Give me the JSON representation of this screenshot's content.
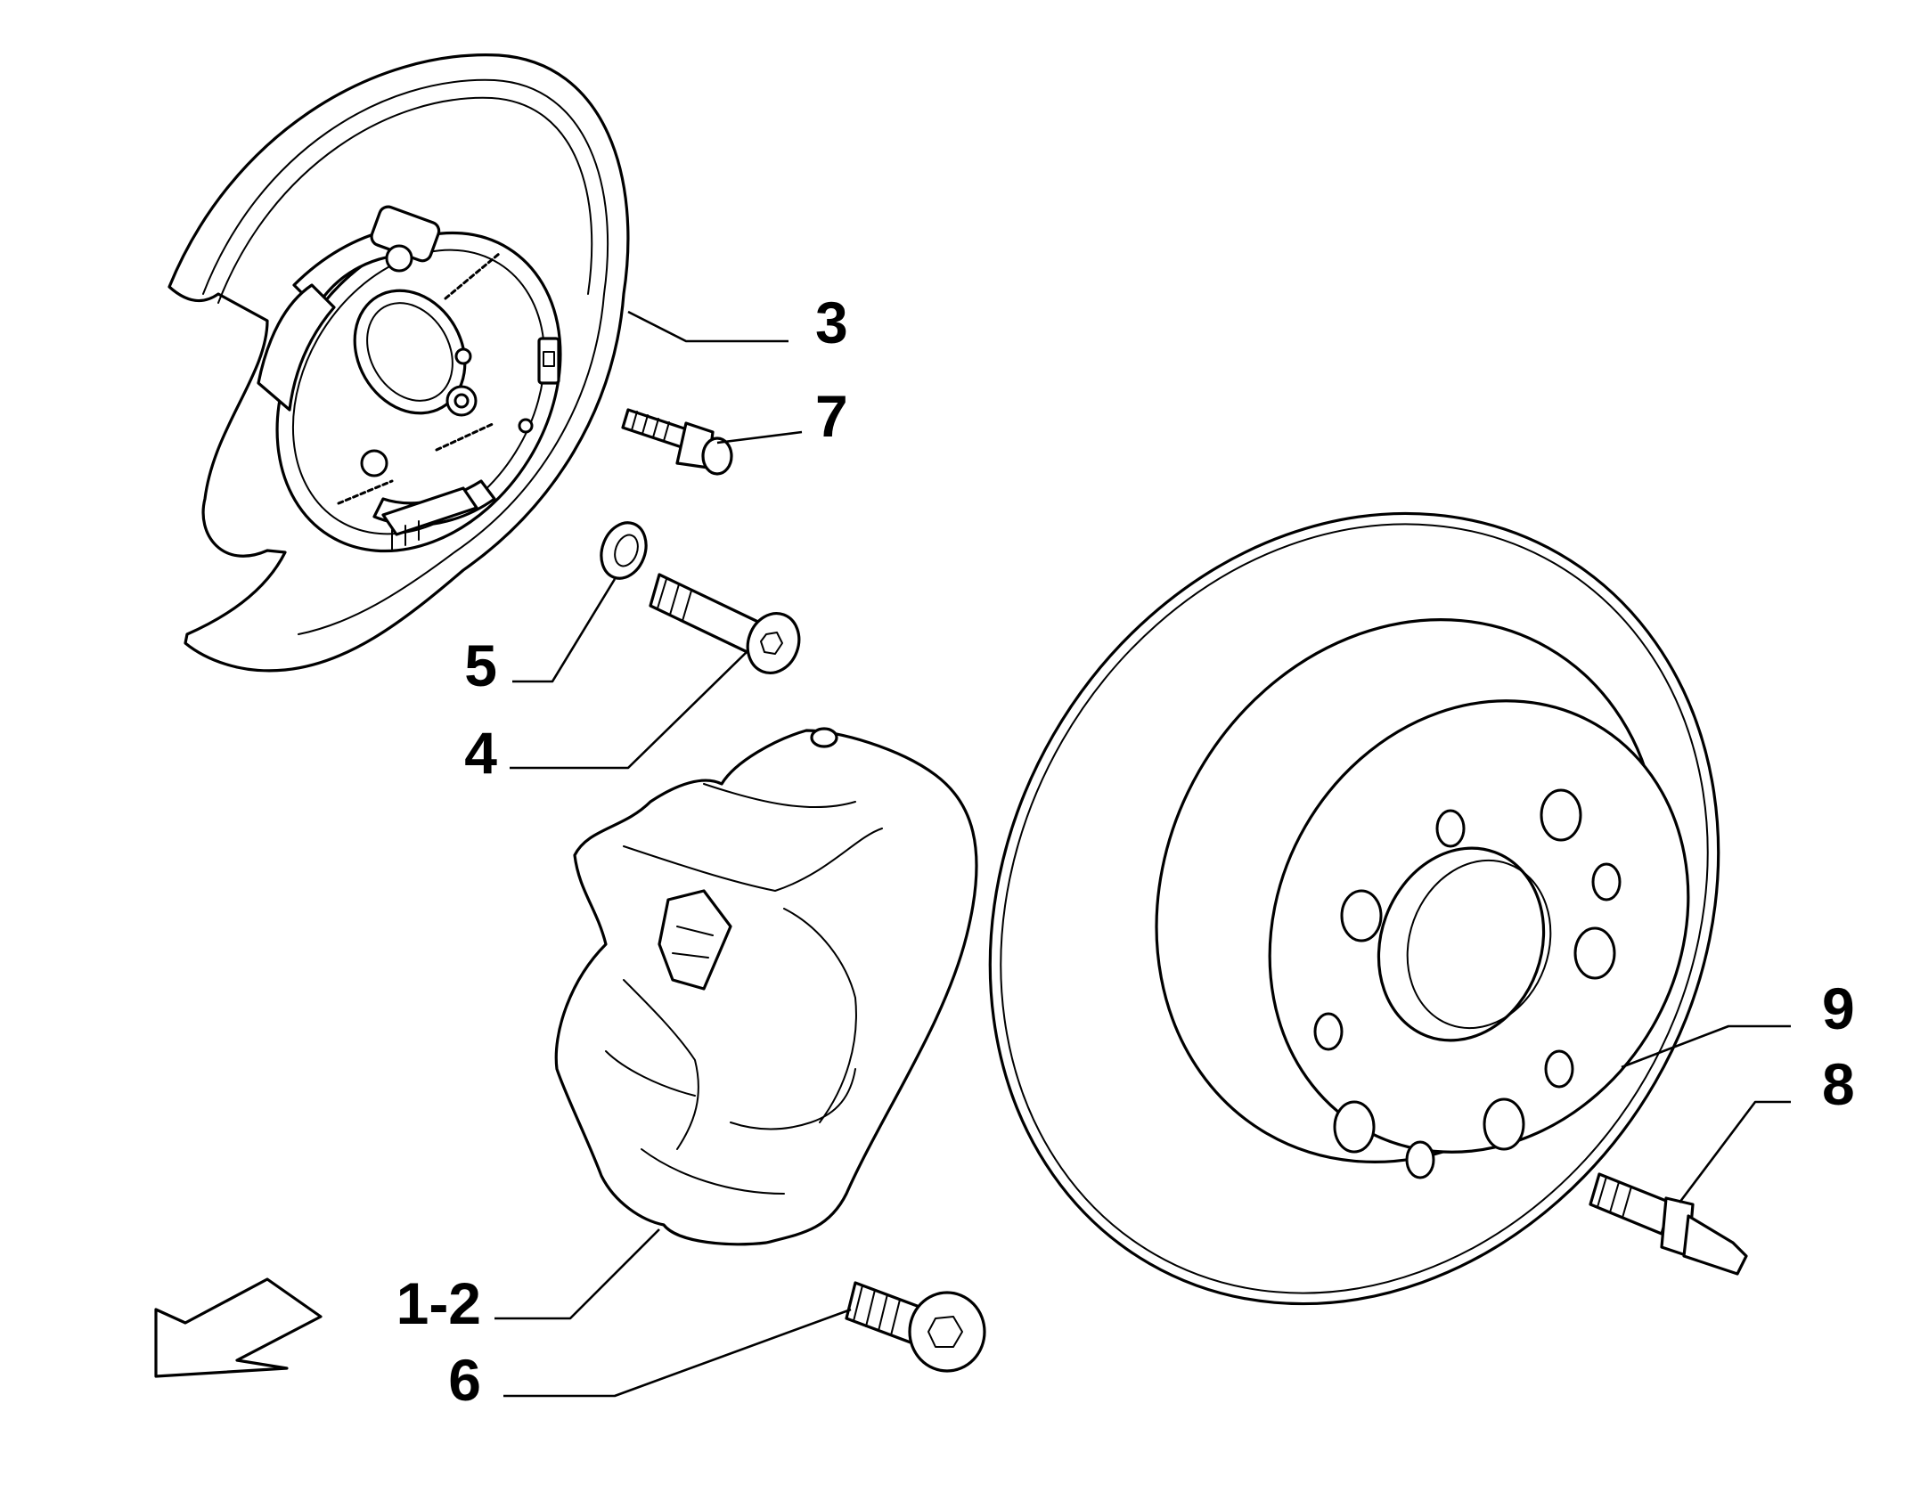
{
  "labels": {
    "backing_plate": "3",
    "plate_bolt": "7",
    "washer": "5",
    "guide_bolt": "4",
    "caliper": "1-2",
    "caliper_bolt": "6",
    "disc": "9",
    "disc_screw": "8"
  },
  "icons": {
    "direction_arrow": "arrow-down-left-icon"
  }
}
